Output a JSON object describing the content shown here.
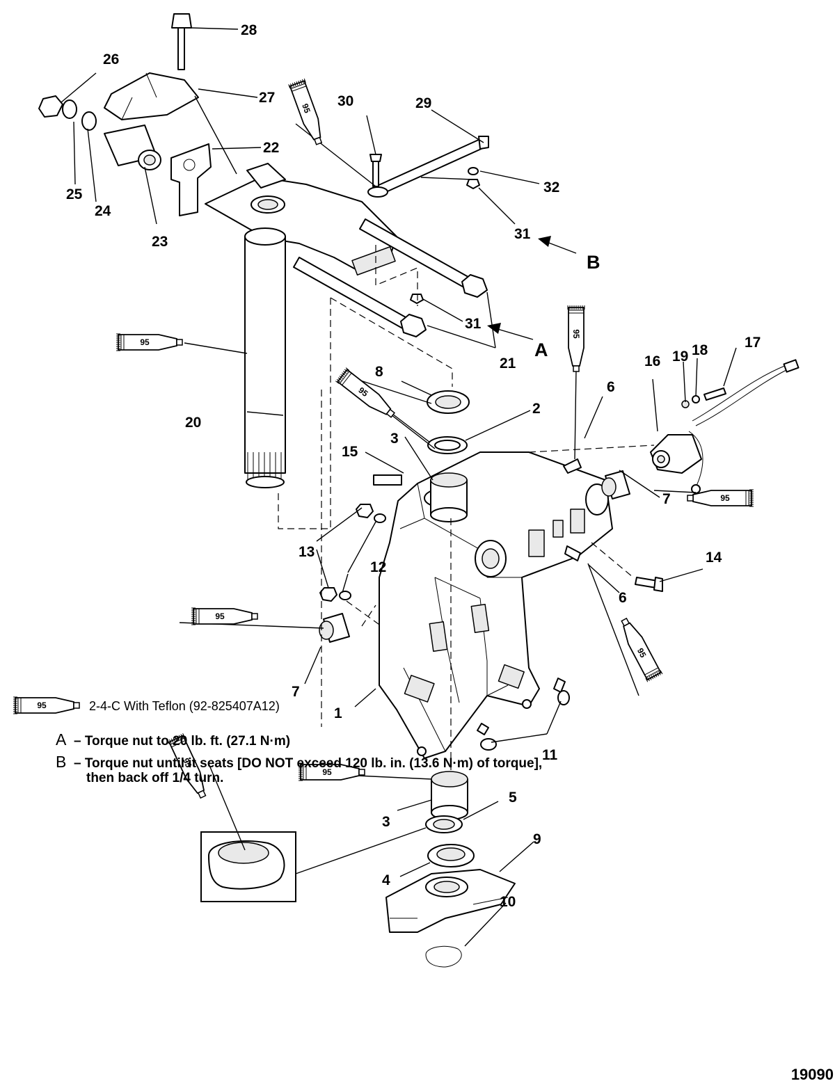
{
  "diagram": {
    "callouts": {
      "c1": "1",
      "c2": "2",
      "c3a": "3",
      "c3b": "3",
      "c4": "4",
      "c5": "5",
      "c6a": "6",
      "c6b": "6",
      "c7a": "7",
      "c7b": "7",
      "c8": "8",
      "c9": "9",
      "c10": "10",
      "c11": "11",
      "c12": "12",
      "c13": "13",
      "c14": "14",
      "c15": "15",
      "c16": "16",
      "c17": "17",
      "c18": "18",
      "c19": "19",
      "c20": "20",
      "c21": "21",
      "c22": "22",
      "c23": "23",
      "c24": "24",
      "c25": "25",
      "c26": "26",
      "c27": "27",
      "c28": "28",
      "c29": "29",
      "c30": "30",
      "c31a": "31",
      "c31b": "31",
      "c32": "32"
    },
    "arrow_a": "A",
    "arrow_b": "B",
    "tube_label": "95"
  },
  "legend": {
    "tube_label": "95",
    "text": "2-4-C  With Teflon (92-825407A12)"
  },
  "notes": [
    {
      "key": "A",
      "text": "– Torque nut to 20 lb. ft. (27.1 N·m)"
    },
    {
      "key": "B",
      "text": "– Torque nut until it seats [DO NOT exceed 120 lb. in. (13.6 N·m) of torque],",
      "continuation": "then back off 1/4 turn."
    }
  ],
  "figure_id": "19090"
}
